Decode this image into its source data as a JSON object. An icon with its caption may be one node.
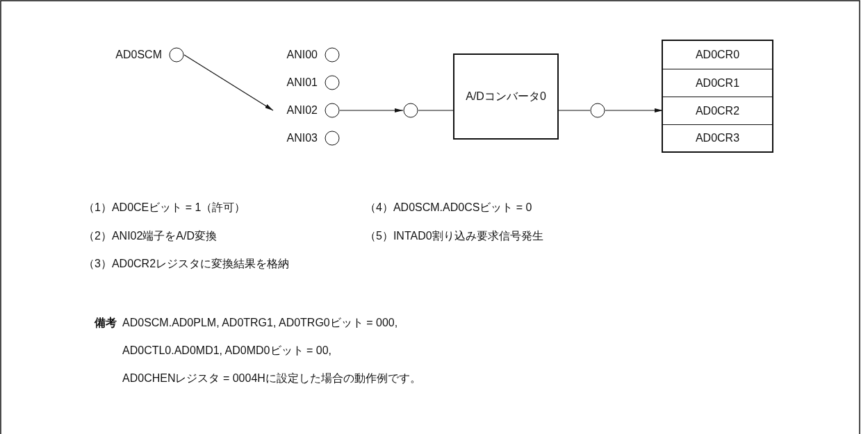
{
  "diagram": {
    "nodes": [
      {
        "text": [
          "AD0SCM"
        ]
      },
      {
        "text": [
          "ANI00"
        ]
      },
      {
        "text": [
          "ANI01"
        ]
      },
      {
        "text": [
          "ANI02"
        ]
      },
      {
        "text": [
          "ANI03"
        ]
      },
      {
        "text": [],
        "shape": "circle"
      },
      {
        "text": [
          "A/Dコンバータ0"
        ]
      },
      {
        "text": [],
        "shape": "circle"
      },
      {
        "text": [],
        "shape": "box"
      },
      {
        "text": [
          "AD0CR0"
        ],
        "in": 8
      },
      {
        "text": [
          "AD0CR1"
        ],
        "in": 8
      },
      {
        "text": [
          "AD0CR2"
        ],
        "in": 8
      },
      {
        "text": [
          "AD0CR3"
        ],
        "in": 8
      }
    ],
    "edges": [
      {
        "from": 0,
        "to": 3,
        "arrow": "to"
      },
      {
        "from": 3,
        "to": 5,
        "arrow": "to"
      },
      {
        "from": 5,
        "to": 6,
        "arrow": "none"
      },
      {
        "from": 6,
        "to": 7,
        "arrow": "none"
      },
      {
        "from": 7,
        "to": 11,
        "arrow": "to"
      }
    ],
    "labels": [
      "（1）AD0CEビット = 1（許可）",
      "（4）AD0SCM.AD0CSビット = 0",
      "（2）ANI02端子をA/D変換",
      "（5）INTAD0割り込み要求信号発生",
      "（3）AD0CR2レジスタに変換結果を格納",
      "備考",
      "AD0SCM.AD0PLM, AD0TRG1, AD0TRG0ビット = 000,",
      "AD0CTL0.AD0MD1, AD0MD0ビット = 00,",
      "AD0CHENレジスタ = 0004Hに設定した場合の動作例です。"
    ]
  }
}
